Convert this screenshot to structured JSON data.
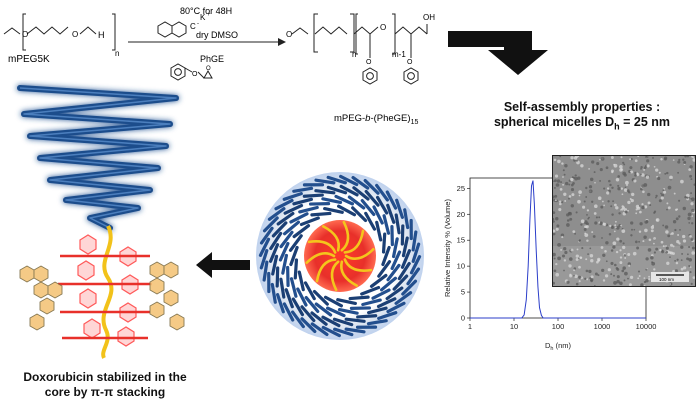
{
  "reaction": {
    "reactant": "mPEG5K",
    "repeat_n": "n",
    "h": "H",
    "condition_temp": "80°C for 48H",
    "reagent_k": "K",
    "reagent_plus": "+",
    "reagent_minus": "-",
    "solvent": "dry DMSO",
    "monomer": "PhGE",
    "product_label_pre": "mPEG-",
    "product_label_b": "b",
    "product_label_post": "-(PheGE)",
    "product_sub": "15",
    "product_n": "n",
    "product_m": "m-1",
    "product_oh": "OH"
  },
  "self_assembly": {
    "line1": "Self-assembly  properties :",
    "line2_pre": "spherical micelles D",
    "line2_sub": "h",
    "line2_post": " = 25 nm"
  },
  "dox_caption": {
    "line1": "Doxorubicin stabilized in the",
    "line2": "core by π-π stacking"
  },
  "tem": {
    "scalebar": "100 nm"
  },
  "colors": {
    "peg_blue": "#1f4e8c",
    "core_red": "#e8302a",
    "chart_line": "#2b3ec9",
    "arrow": "#111111"
  },
  "chart_data": {
    "type": "line",
    "title": "",
    "xlabel_pre": "D",
    "xlabel_sub": "h",
    "xlabel_post": " (nm)",
    "ylabel": "Relative Intensity % (Volume)",
    "xscale": "log",
    "xlim": [
      1,
      10000
    ],
    "ylim": [
      0,
      27
    ],
    "xticks": [
      "1",
      "10",
      "100",
      "1000",
      "10000"
    ],
    "yticks": [
      "0",
      "5",
      "10",
      "15",
      "20",
      "25"
    ],
    "series": [
      {
        "x": [
          1,
          10,
          15,
          17,
          19,
          21,
          23,
          25,
          27,
          29,
          32,
          35,
          38,
          42,
          46,
          55,
          100,
          1000,
          10000
        ],
        "y": [
          0,
          0,
          0,
          0.6,
          3.5,
          10,
          19,
          25.5,
          26.5,
          22,
          13,
          6,
          2,
          0.5,
          0,
          0,
          0,
          0,
          0
        ]
      }
    ]
  }
}
